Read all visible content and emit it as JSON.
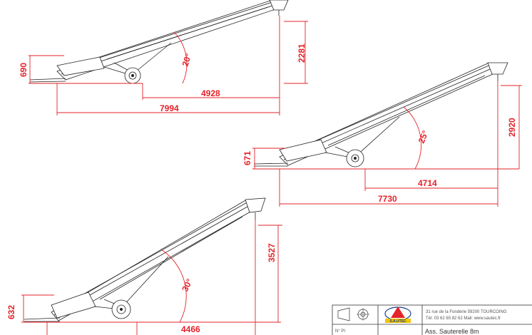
{
  "views": [
    {
      "id": "view-20deg",
      "angle_label": "20°",
      "height_label": "2281",
      "ground_label": "690",
      "horizontal_short_label": "4928",
      "horizontal_total_label": "7994"
    },
    {
      "id": "view-25deg",
      "angle_label": "25°",
      "height_label": "2920",
      "ground_label": "671",
      "horizontal_short_label": "4714",
      "horizontal_total_label": "7730"
    },
    {
      "id": "view-30deg",
      "angle_label": "30°",
      "height_label": "3527",
      "ground_label": "632",
      "horizontal_short_label": "4466"
    }
  ],
  "title_block": {
    "logo_text": "S.A.UTEC",
    "address_line1": "31 rue de la Fonderie    59200  TOURCOING",
    "address_line2": "Tél. 03 62 65 82 62      Mail: www.sautec.fr",
    "number_label": "N° PI",
    "drawing_name": "Ass. Sauterelle 8m"
  },
  "colors": {
    "dimension": "#e4232a",
    "ink": "#222222"
  }
}
